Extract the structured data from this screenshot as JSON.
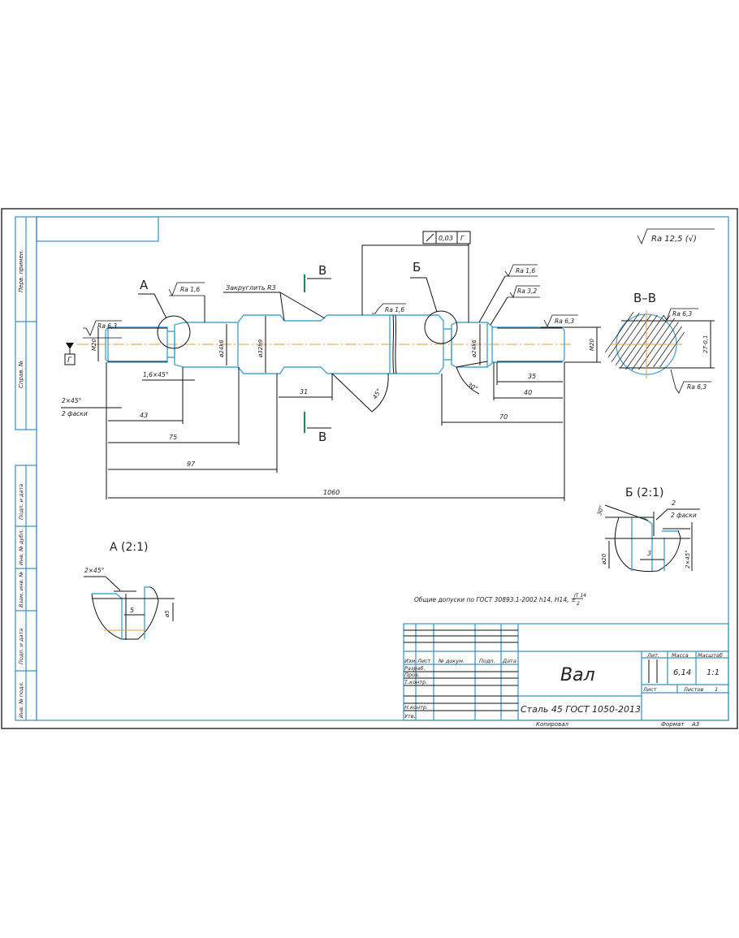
{
  "drawing": {
    "part_name": "Вал",
    "material": "Сталь 45 ГОСТ 1050-2013",
    "general_roughness": "Ra 12,5 (√)",
    "general_tolerances_note": "Общие допуски по ГОСТ 30893.1-2002 h14, H14, ±",
    "tolerance_fraction_num": "IT 14",
    "tolerance_fraction_den": "2",
    "colors": {
      "frame": "#3a8fc0",
      "part_contour": "#49a6d6",
      "axis": "#e39a3b",
      "section_mark": "#1d8a5a"
    }
  },
  "side_stamps": {
    "top": [
      "Перв. примен.",
      "Справ. №"
    ],
    "bottom": [
      "Подп. и дата",
      "Инв. № дубл.",
      "Взам. инв. №",
      "Подп. и дата",
      "Инв. № подл."
    ]
  },
  "labels": {
    "view_A": "А",
    "view_B": "Б",
    "section_mark": "В",
    "section_title": "В–В",
    "detail_A_title": "А (2:1)",
    "detail_B_title": "Б (2:1)",
    "datum": "Г",
    "runout_value": "0,03",
    "runout_datum": "Г",
    "round_note": "Закруглить R3"
  },
  "roughness": {
    "left_thread": "Ra 6,3",
    "left_journal": "Ra 1,6",
    "middle": "Ra 1,6",
    "right_journal": "Ra 1,6",
    "right_shoulder": "Ra 3,2",
    "right_thread": "Ra 6,3",
    "section_top": "Ra 6,3",
    "section_bottom": "Ra 6,3"
  },
  "dimensions": {
    "left_thread_dia": "M20",
    "left_journal_dia": "ø24k6",
    "collar_dia": "ø32h9",
    "right_journal_dia": "ø24k6",
    "right_thread_dia": "M20",
    "section_flat": "27-0,1",
    "chamfer_left": "2×45°",
    "chamfer_left_note": "2 фаски",
    "groove": "1,6×45°",
    "l43": "43",
    "l75": "75",
    "l97": "97",
    "l1060": "1060",
    "l31": "31",
    "angle45": "45°",
    "angle30": "30°",
    "l35": "35",
    "l40": "40",
    "l70": "70",
    "detA_chamfer": "2×45°",
    "detA_width": "5",
    "detA_dia": "ø5",
    "detB_angle": "30°",
    "detB_chamfer": "2",
    "detB_chamfer_note": "2 фаски",
    "detB_dia": "ø20",
    "detB_width": "3",
    "detB_depth": "2×45°"
  },
  "title_block": {
    "headers": [
      "Изм.",
      "Лист",
      "№ докум.",
      "Подп.",
      "Дата"
    ],
    "roles": [
      "Разраб.",
      "Пров.",
      "Т.контр.",
      "",
      "Н.контр.",
      "Утв."
    ],
    "lit_label": "Лит.",
    "mass_label": "Масса",
    "scale_label": "Масштаб",
    "mass": "6,14",
    "scale": "1:1",
    "sheet_label": "Лист",
    "sheets_label": "Листов",
    "sheets": "1",
    "copied_label": "Копировал",
    "format_label": "Формат",
    "format": "А3"
  }
}
